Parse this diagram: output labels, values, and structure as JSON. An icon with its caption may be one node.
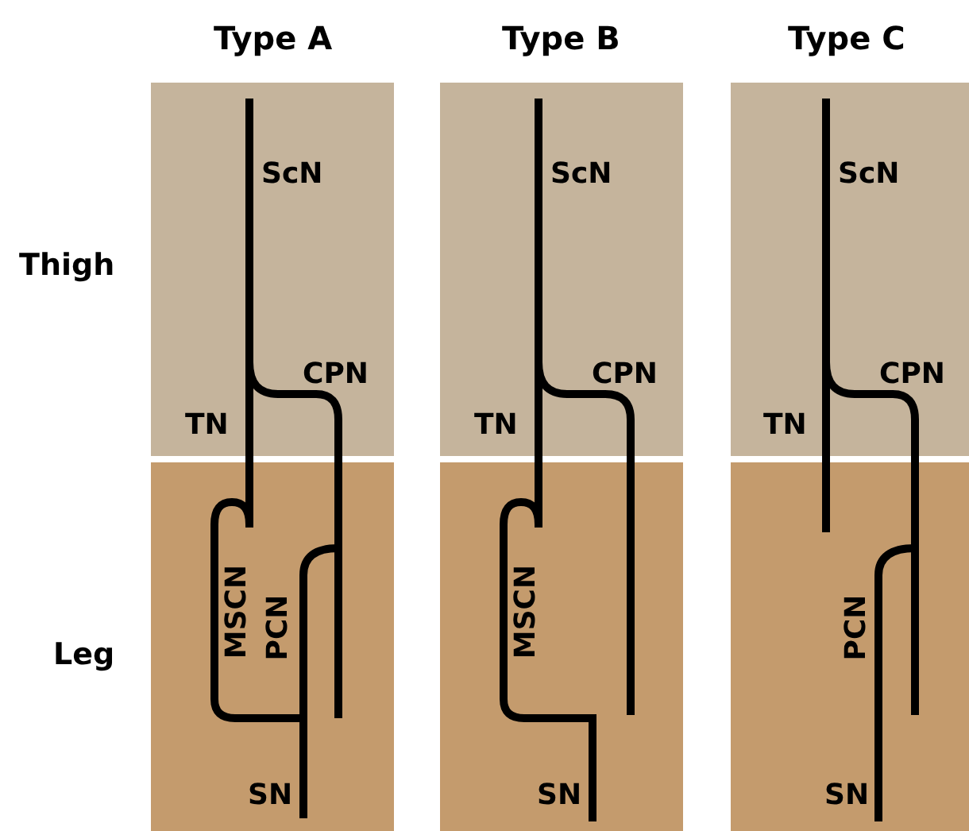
{
  "diagram": {
    "labels": [
      "Type A",
      "Type B",
      "Type C",
      "Thigh",
      "ScN",
      "ScN",
      "ScN",
      "CPN",
      "CPN",
      "CPN",
      "TN",
      "TN",
      "TN",
      "Leg",
      "MSCN",
      "PCN",
      "MSCN",
      "PCN",
      "SN",
      "SN",
      "SN"
    ]
  }
}
